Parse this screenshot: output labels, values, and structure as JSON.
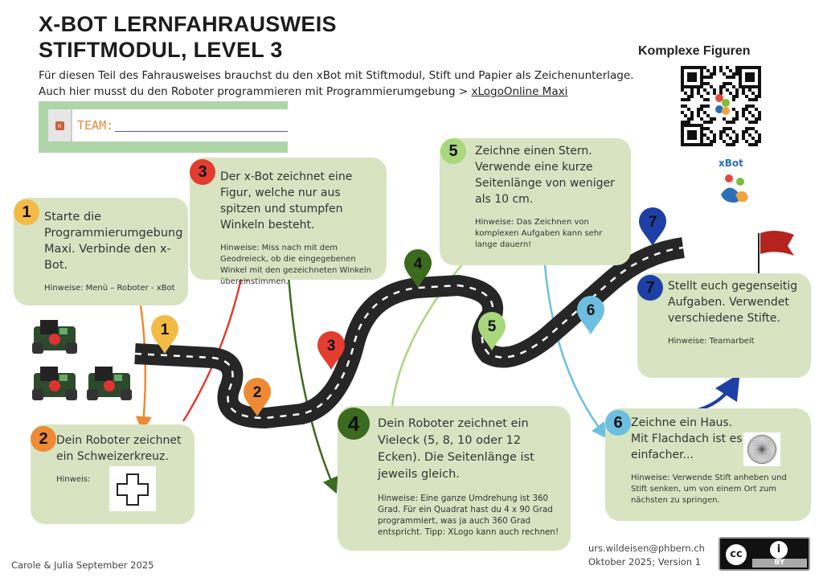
{
  "title": {
    "line1": "X-BOT LERNFAHRAUSWEIS",
    "line2": "STIFTMODUL, LEVEL 3"
  },
  "intro": {
    "line1": "Für diesen Teil des Fahrausweises brauchst du den xBot mit Stiftmodul, Stift und Papier als Zeichenunterlage.",
    "line2": "Auch hier musst du den Roboter programmieren mit Programmierumgebung > ",
    "link": "xLogoOnline Maxi"
  },
  "team": {
    "label": "TEAM:"
  },
  "qr": {
    "title": "Komplexe Figuren",
    "logo": "xBot"
  },
  "tasks": [
    {
      "n": "1",
      "color": "#f3bb45",
      "text": "Starte die Programmierumgebung Maxi. Verbinde den x-Bot.",
      "hint": "Hinweise: Menü – Roboter - xBot"
    },
    {
      "n": "2",
      "color": "#ef8a34",
      "text": "Dein Roboter zeichnet ein Schweizerkreuz.",
      "hint": "Hinweis:"
    },
    {
      "n": "3",
      "color": "#e43c2e",
      "text": "Der x-Bot zeichnet eine Figur, welche nur aus spitzen und stumpfen Winkeln besteht.",
      "hint": "Hinweise: Miss nach mit dem Geodreieck, ob die eingegebenen Winkel mit den gezeichneten Winkeln übereinstimmen."
    },
    {
      "n": "4",
      "color": "#3c6a1e",
      "text": "Dein Roboter zeichnet ein Vieleck (5, 8, 10 oder 12 Ecken). Die Seitenlänge ist jeweils gleich.",
      "hint": "Hinweise: Eine ganze Umdrehung ist 360 Grad. Für ein Quadrat hast du 4 x 90 Grad programmiert, was ja auch 360 Grad entspricht. Tipp: XLogo kann auch rechnen!"
    },
    {
      "n": "5",
      "color": "#a9d77c",
      "text": "Zeichne einen Stern. Verwende eine kurze Seitenlänge von weniger als 10 cm.",
      "hint": "Hinweise: Das Zeichnen von komplexen Aufgaben kann sehr lange dauern!"
    },
    {
      "n": "6",
      "color": "#6cbfe0",
      "text": "Zeichne ein Haus. Mit Flachdach ist es einfacher...",
      "hint": "Hinweise:  Verwende Stift anheben und Stift senken, um von einem Ort zum nächsten zu springen."
    },
    {
      "n": "7",
      "color": "#1e3fa6",
      "text": "Stellt euch gegenseitig Aufgaben. Verwendet verschiedene Stifte.",
      "hint": "Hinweise: Teamarbeit"
    }
  ],
  "footer": {
    "authors": "Carole & Julia  September 2025",
    "email": "urs.wildeisen@phbern.ch",
    "version": "Oktober 2025; Version 1",
    "license": "BY"
  }
}
